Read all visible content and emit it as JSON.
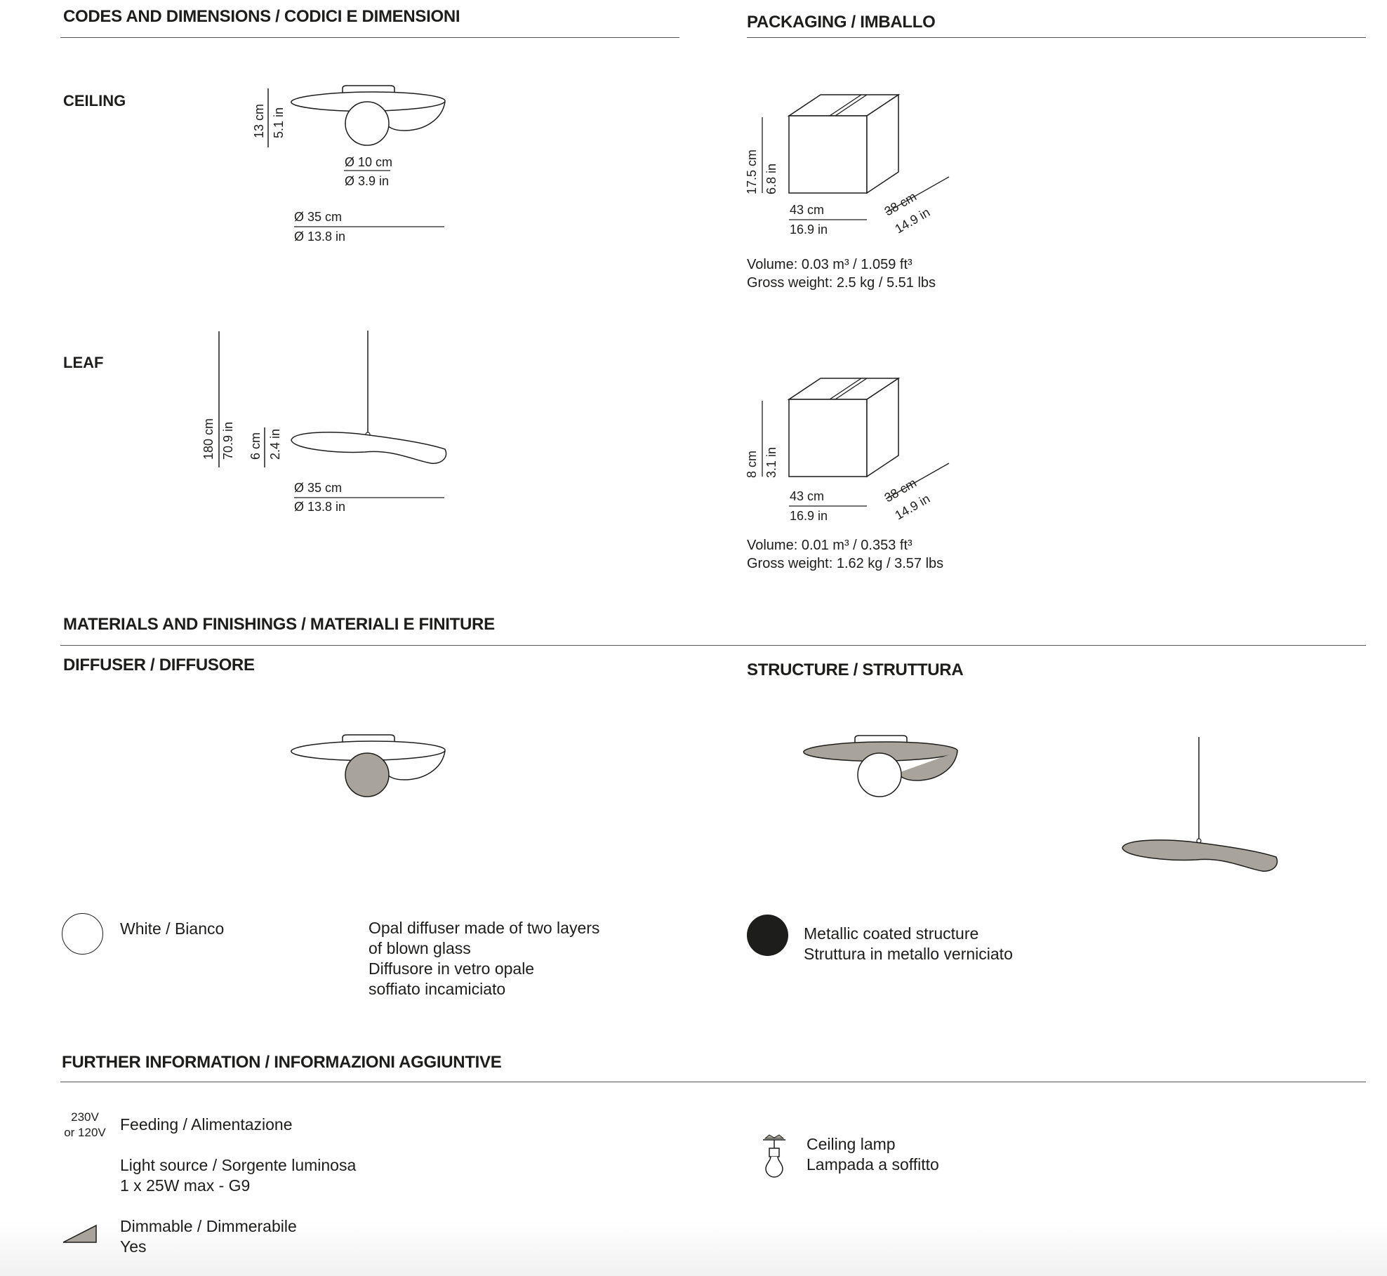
{
  "sections": {
    "codes": "CODES AND DIMENSIONS / CODICI E DIMENSIONI",
    "packaging": "PACKAGING / IMBALLO",
    "materials": "MATERIALS AND FINISHINGS / MATERIALI E FINITURE",
    "diffuser": "DIFFUSER / DIFFUSORE",
    "structure": "STRUCTURE / STRUTTURA",
    "further": "FURTHER INFORMATION  / INFORMAZIONI AGGIUNTIVE"
  },
  "ceiling": {
    "label": "CEILING",
    "height_cm": "13 cm",
    "height_in": "5.1 in",
    "globe_cm": "Ø 10 cm",
    "globe_in": "Ø 3.9 in",
    "dia_cm": "Ø 35 cm",
    "dia_in": "Ø 13.8 in"
  },
  "leaf": {
    "label": "LEAF",
    "cable_cm": "180 cm",
    "cable_in": "70.9 in",
    "height_cm": "6 cm",
    "height_in": "2.4 in",
    "dia_cm": "Ø 35 cm",
    "dia_in": "Ø 13.8 in"
  },
  "package1": {
    "height_cm": "17.5 cm",
    "height_in": "6.8 in",
    "width_cm": "43 cm",
    "width_in": "16.9 in",
    "depth_cm": "38 cm",
    "depth_in": "14.9 in",
    "volume": "Volume: 0.03 m³ / 1.059 ft³",
    "weight": "Gross weight: 2.5 kg / 5.51 lbs"
  },
  "package2": {
    "height_cm": "8 cm",
    "height_in": "3.1 in",
    "width_cm": "43 cm",
    "width_in": "16.9 in",
    "depth_cm": "38 cm",
    "depth_in": "14.9 in",
    "volume": "Volume: 0.01 m³ / 0.353 ft³",
    "weight": "Gross weight: 1.62 kg / 3.57 lbs"
  },
  "diffuser_finish": {
    "name": "White / Bianco",
    "desc": [
      "Opal diffuser made of two layers",
      "of blown glass",
      "Diffusore in vetro opale",
      "soffiato incamiciato"
    ],
    "color": "#ffffff"
  },
  "structure_finish": {
    "desc": [
      "Metallic coated structure",
      "Struttura in metallo verniciato"
    ],
    "color": "#1d1d1b"
  },
  "colors": {
    "finish_grey": "#a8a39b",
    "line": "#1d1d1b"
  },
  "further": {
    "voltage_top": "230V",
    "voltage_bottom": "or 120V",
    "feeding": "Feeding / Alimentazione",
    "light_source": "Light source / Sorgente luminosa",
    "light_value": "1 x 25W max - G9",
    "dimmable": "Dimmable / Dimmerabile",
    "dimmable_value": "Yes",
    "lamp_type": [
      "Ceiling lamp",
      "Lampada a soffitto"
    ]
  }
}
